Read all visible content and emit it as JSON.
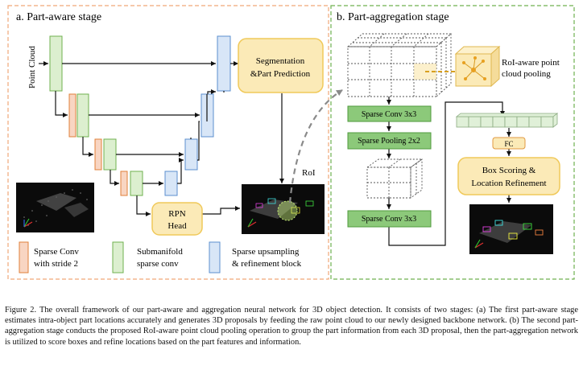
{
  "stage_a": {
    "title": "a. Part-aware stage",
    "input_label": "Point Cloud",
    "seg_label_1": "Segmentation",
    "seg_label_2": "&Part Prediction",
    "rpn_label_1": "RPN",
    "rpn_label_2": "Head",
    "roi_label": "RoI",
    "legend": {
      "sparse_conv_1": "Sparse Conv",
      "sparse_conv_2": "with stride 2",
      "submanifold_1": "Submanifold",
      "submanifold_2": "sparse conv",
      "upsampling_1": "Sparse upsampling",
      "upsampling_2": "& refinement block"
    }
  },
  "stage_b": {
    "title": "b. Part-aggregation stage",
    "roi_pool_1": "RoI-aware point",
    "roi_pool_2": "cloud pooling",
    "conv1": "Sparse Conv 3x3",
    "pool": "Sparse Pooling 2x2",
    "conv2": "Sparse Conv 3x3",
    "fc": "FC",
    "box_1": "Box Scoring &",
    "box_2": "Location Refinement"
  },
  "colors": {
    "orange_fill": "#f8d5c2",
    "orange_stroke": "#e0803a",
    "green_fill": "#dcefcf",
    "green_stroke": "#6fb04f",
    "blue_fill": "#d8e6f7",
    "blue_stroke": "#5b8fcf",
    "yellow_fill": "#fbeab7",
    "yellow_stroke": "#f0c95a",
    "green_solid": "#8cc97a",
    "green_solid_stroke": "#4f9a3c"
  },
  "caption": "Figure 2. The overall framework of our part-aware and aggregation neural network for 3D object detection. It consists of two stages: (a) The first part-aware stage estimates intra-object part locations accurately and generates 3D proposals by feeding the raw point cloud to our newly designed backbone network. (b) The second part-aggregation stage conducts the proposed RoI-aware point cloud pooling operation to group the part information from each 3D proposal, then the part-aggregation network is utilized to score boxes and refine locations based on the part features and information."
}
